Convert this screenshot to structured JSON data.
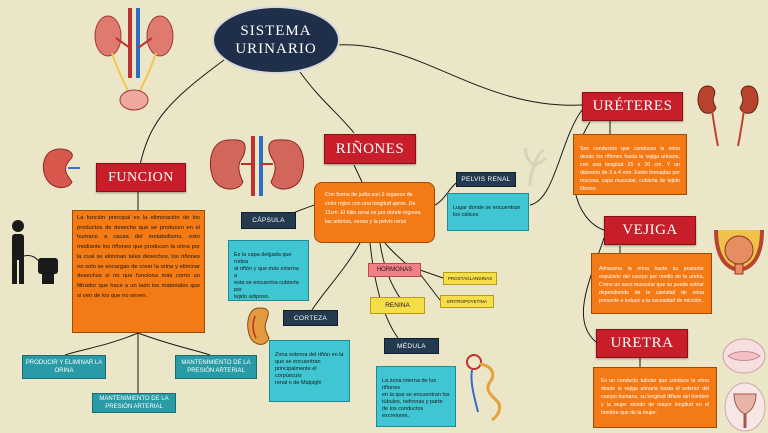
{
  "title": {
    "line1": "SISTEMA",
    "line2": "URINARIO"
  },
  "funcion": {
    "label": "FUNCION",
    "text": "La función principal es la eliminación de los productos de desecho que se producen en el humano a causa del metabolismo, esto mediante los riñones que producen la orina por la cual se eliminan tales desechos, los riñones no solo se encargan de crear la orina y eliminar desechos si no que funciona más como un filtrador que hace a un lado los materiales que si ven de los que no sirven.",
    "items": [
      "PRODUCIR Y ELIMINAR LA ORINA",
      "MANTENIMIENTO DE LA PRESIÓN ARTERIAL",
      "MANTENIMIENTO DE LA PRESIÓN ARTERIAL"
    ]
  },
  "rinones": {
    "label": "RIÑONES",
    "text": "Con forma de judía son 2 órganos de color rojizo con una longitud aprox. De 11cm. El hilio renal es por donde ingresa las arterias, venas y la pelvis renal",
    "capsula": {
      "label": "CÁPSULA",
      "text": "Es la capa delgada que rodea\nal riñón y que más externa a\nesta se encuentra cubierta por\ntejido adiposo."
    },
    "corteza": {
      "label": "CORTEZA",
      "text": "Zona externa del riñón en la\nque se encuentran\nprincipalmente el corpúsculo\nrenal o de Malpighi"
    },
    "pelvis": {
      "label": "PELVIS RENAL",
      "text": "Lugar donde se encuentran\nlos cálices"
    },
    "medula": {
      "label": "MÉDULA",
      "text": "La zona interna de los riñones\nen la que se encuentran los\ntúbulos, nefronas y parte\nde los conductos excretores."
    },
    "hormonas": {
      "label": "HORMONAS",
      "items": [
        "PROSTAGLANDINAS",
        "ERITROPOYETINA"
      ]
    },
    "renina": "RENINA"
  },
  "ureteres": {
    "label": "URÉTERES",
    "text": "Son conductos que conducen la orina desde los riñones hasta la vejiga urinaria, con una longitud 25 a 30 cm. Y un diámetro de 3 a 4 mm. Están formados por mucosa, capa muscular, cubierta de tejido fibroso."
  },
  "vejiga": {
    "label": "VEJIGA",
    "text": "Almacena la orina hasta su posterior expulsión del cuerpo por medio de la uretra. Como un saco muscular que se puede estirar dependiendo de la cantidad de orina presente e inducir a la necesidad de micción."
  },
  "uretra": {
    "label": "URETRA",
    "text": "Es un conducto tubular que conduce la orina desde la vejiga urinaria hasta el exterior del cuerpo humano, su longitud difiere del hombre y la mujer siendo de mayor longitud en el hombre que de la mujer."
  }
}
